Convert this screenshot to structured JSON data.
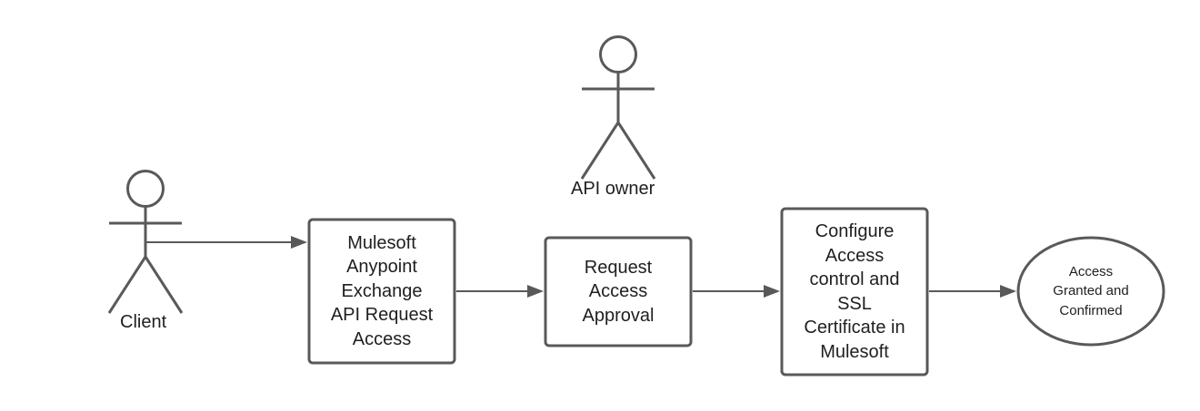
{
  "actors": {
    "client": {
      "label": "Client"
    },
    "api_owner": {
      "label": "API owner"
    }
  },
  "nodes": {
    "exchange_request": {
      "lines": [
        "Mulesoft",
        "Anypoint",
        "Exchange",
        "API Request",
        "Access"
      ]
    },
    "request_approval": {
      "lines": [
        "Request",
        "Access",
        "Approval"
      ]
    },
    "configure_access": {
      "lines": [
        "Configure",
        "Access",
        "control and",
        "SSL",
        "Certificate in",
        "Mulesoft"
      ]
    },
    "access_granted": {
      "lines": [
        "Access",
        "Granted and",
        "Confirmed"
      ]
    }
  },
  "colors": {
    "stroke": "#595959",
    "background": "#ffffff"
  }
}
